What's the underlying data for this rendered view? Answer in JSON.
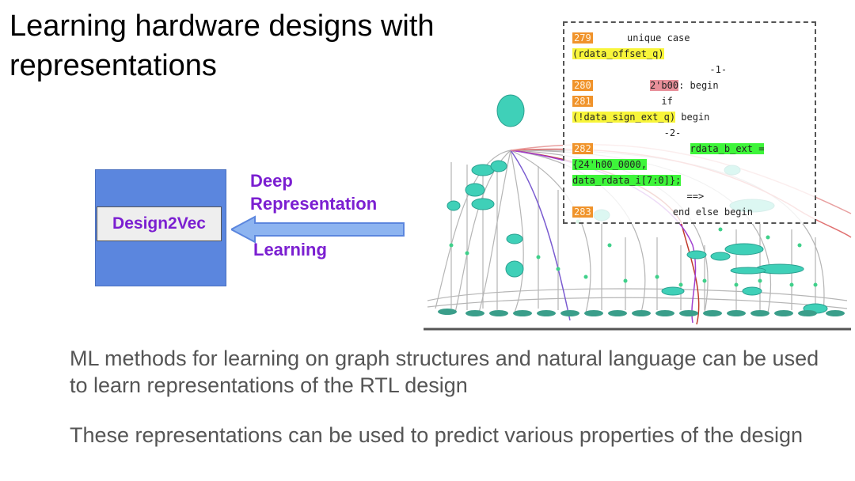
{
  "slide": {
    "title": "Learning hardware designs with\nrepresentations",
    "design_label": "Design2Vec",
    "arrow_label_top": "Deep\nRepresentation",
    "arrow_label_bottom": "Learning"
  },
  "code": {
    "lines": [
      {
        "ln": "279",
        "pre": "      unique case",
        "hl": "",
        "post": ""
      },
      {
        "ln": "",
        "pre": "",
        "hl": "(rdata_offset_q)",
        "post": ""
      },
      {
        "ln": "",
        "pre": "                        -1-",
        "hl": "",
        "post": ""
      },
      {
        "ln": "280",
        "pre": "          ",
        "hl": "2'b00",
        "post": ": begin"
      },
      {
        "ln": "281",
        "pre": "            if",
        "hl": "",
        "post": ""
      },
      {
        "ln": "",
        "pre": "",
        "hl": "(!data_sign_ext_q)",
        "post": " begin"
      },
      {
        "ln": "",
        "pre": "                -2-",
        "hl": "",
        "post": ""
      },
      {
        "ln": "282",
        "pre": "                 ",
        "hl": "rdata_b_ext =",
        "post": ""
      },
      {
        "ln": "",
        "pre": "",
        "hl": "{24'h00_0000,",
        "post": ""
      },
      {
        "ln": "",
        "pre": "",
        "hl": "data_rdata_i[7:0]};",
        "post": ""
      },
      {
        "ln": "",
        "pre": "                    ==>",
        "hl": "",
        "post": ""
      },
      {
        "ln": "283",
        "pre": "              end else begin",
        "hl": "",
        "post": ""
      }
    ]
  },
  "bullets": [
    "ML methods for learning on graph structures and natural language can be used to learn representations of the RTL design",
    "These representations can be used to predict various properties of the design"
  ],
  "colors": {
    "purple": "#7b1fd1",
    "blue_box": "#5b86de",
    "graph_node": "#3fd0b8"
  }
}
